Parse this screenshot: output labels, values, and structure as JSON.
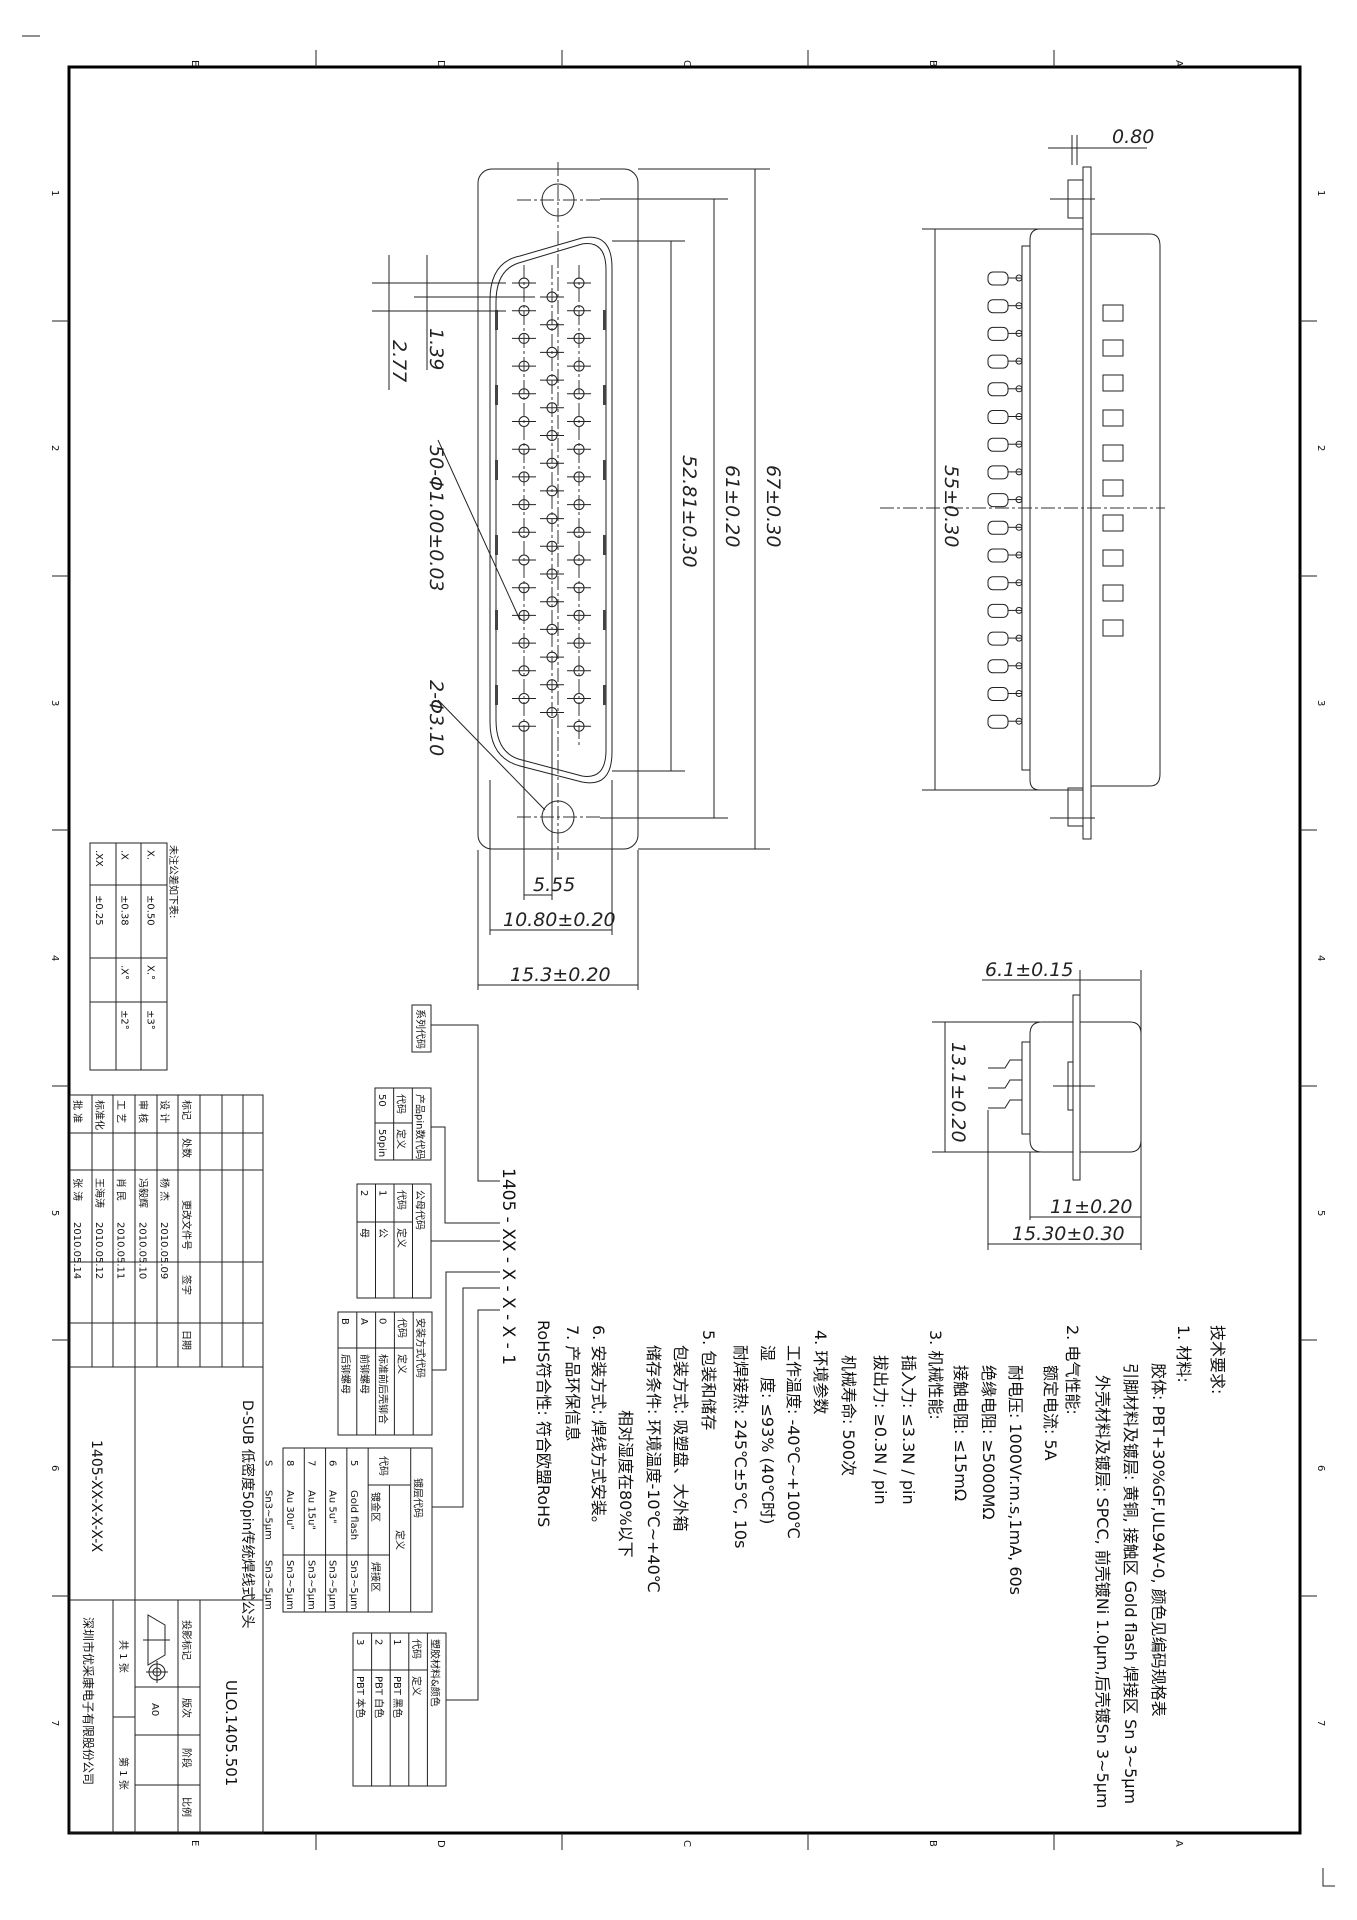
{
  "zones": {
    "columns": [
      "E",
      "D",
      "C",
      "B",
      "A"
    ],
    "rows": [
      "1",
      "2",
      "3",
      "4",
      "5",
      "6",
      "7"
    ]
  },
  "front_view": {
    "dim_pitch_half": "1.39",
    "dim_pitch": "2.77",
    "dim_pin_holes": "50-Φ1.00±0.03",
    "dim_mount_holes": "2-Φ3.10",
    "dim_shell_length": "52.81±0.30",
    "dim_hole_spacing": "61±0.20",
    "dim_plate_length": "67±0.30",
    "dim_row_offset": "5.55",
    "dim_shell_width": "10.80±0.20",
    "dim_plate_width": "15.3±0.20"
  },
  "side_view": {
    "dim_plate_thickness": "0.80",
    "dim_body_length": "55±0.30"
  },
  "end_view": {
    "dim_front": "6.1±0.15",
    "dim_height": "13.1±0.20",
    "dim_body": "11±0.20",
    "dim_overall": "15.30±0.30"
  },
  "requirements": {
    "title": "技术要求:",
    "lines": [
      "1. 材料:",
      "胶体: PBT+30%GF,UL94V-0, 颜色见编码规格表",
      "引脚材料及镀层: 黄铜, 接触区 Gold flash 焊接区 Sn 3~5μm",
      "外壳材料及镀层: SPCC, 前壳镀Ni 1.0μm,后壳镀Sn 3~5μm",
      "2. 电气性能:",
      "额定电流: 5A",
      "耐电压: 1000Vr.m.s,1mA, 60s",
      "绝缘电阻: ≥5000MΩ",
      "接触电阻: ≤15mΩ",
      "3. 机械性能:",
      "插入力: ≤3.3N / pin",
      "拔出力: ≥0.3N / pin",
      "机械寿命: 500次",
      "4. 环境参数",
      "工作温度: -40℃~+100℃",
      "湿　度: ≤93% (40℃时)",
      "耐焊接热: 245℃±5℃, 10s",
      "5. 包装和储存",
      "包装方式: 吸塑盘、大外箱",
      "储存条件: 环境温度-10℃~+40℃",
      "相对湿度在80%以下",
      "6. 安装方式: 焊线方式安装。",
      "7. 产品环保信息",
      "RoHS符合性: 符合欧盟RoHS"
    ]
  },
  "part_number": {
    "code": "1405 - XX - X - X - X - 1",
    "series_label": "系列代码",
    "pin_table": {
      "title": "产品pin数代码",
      "head": [
        "代码",
        "定义"
      ],
      "rows": [
        [
          "50",
          "50pin"
        ]
      ]
    },
    "gender_table": {
      "title": "公母代码",
      "head": [
        "代码",
        "定义"
      ],
      "rows": [
        [
          "1",
          "公"
        ],
        [
          "2",
          "母"
        ]
      ]
    },
    "mount_table": {
      "title": "安装方式代码",
      "head": [
        "代码",
        "定义"
      ],
      "rows": [
        [
          "0",
          "标准前后壳铆合"
        ],
        [
          "A",
          "前铆螺母"
        ],
        [
          "B",
          "后铆螺母"
        ]
      ]
    },
    "plating_table": {
      "title": "镀层代码",
      "head_code": "代码",
      "head_def": "定义",
      "sub": [
        "镀金区",
        "焊接区"
      ],
      "rows": [
        [
          "5",
          "Gold flash",
          "Sn3~5μm"
        ],
        [
          "6",
          "Au 5u\"",
          "Sn3~5μm"
        ],
        [
          "7",
          "Au 15u\"",
          "Sn3~5μm"
        ],
        [
          "8",
          "Au 30u\"",
          "Sn3~5μm"
        ],
        [
          "S",
          "Sn3~5μm",
          "Sn3~5μm"
        ]
      ]
    },
    "plastic_table": {
      "title": "塑胶材料&颜色",
      "head": [
        "代码",
        "定义"
      ],
      "rows": [
        [
          "1",
          "PBT 黑色"
        ],
        [
          "2",
          "PBT 白色"
        ],
        [
          "3",
          "PBT 本色"
        ]
      ]
    }
  },
  "tolerance": {
    "title": "未注公差如下表:",
    "rows": [
      [
        "X.",
        "±0.50",
        "X.°",
        "±3°"
      ],
      [
        ".X",
        "±0.38",
        ".X°",
        "±2°"
      ],
      [
        ".XX",
        "±0.25",
        "",
        ""
      ]
    ]
  },
  "title_block": {
    "header": [
      "标记",
      "处数",
      "更改文件号",
      "签字",
      "日期"
    ],
    "sign_rows": [
      [
        "设 计",
        "杨 杰",
        "2010.05.09"
      ],
      [
        "审 核",
        "冯毅辉",
        "2010.05.10"
      ],
      [
        "工 艺",
        "肖 民",
        "2010.05.11"
      ],
      [
        "标准化",
        "王海涛",
        "2010.05.12"
      ],
      [
        "批 准",
        "张 涛",
        "2010.05.14"
      ]
    ],
    "title": "D-SUB 低密度50pin传统焊线式公头",
    "model": "1405-XX-X-X-X-X",
    "drawing_no": "ULO.1405.501",
    "labels": [
      "投影标记",
      "版次",
      "阶段",
      "比例"
    ],
    "version": "A0",
    "sheets_total": "共 1 张",
    "sheet_no": "第 1 张",
    "company": "深圳市优采康电子有限股份公司"
  }
}
